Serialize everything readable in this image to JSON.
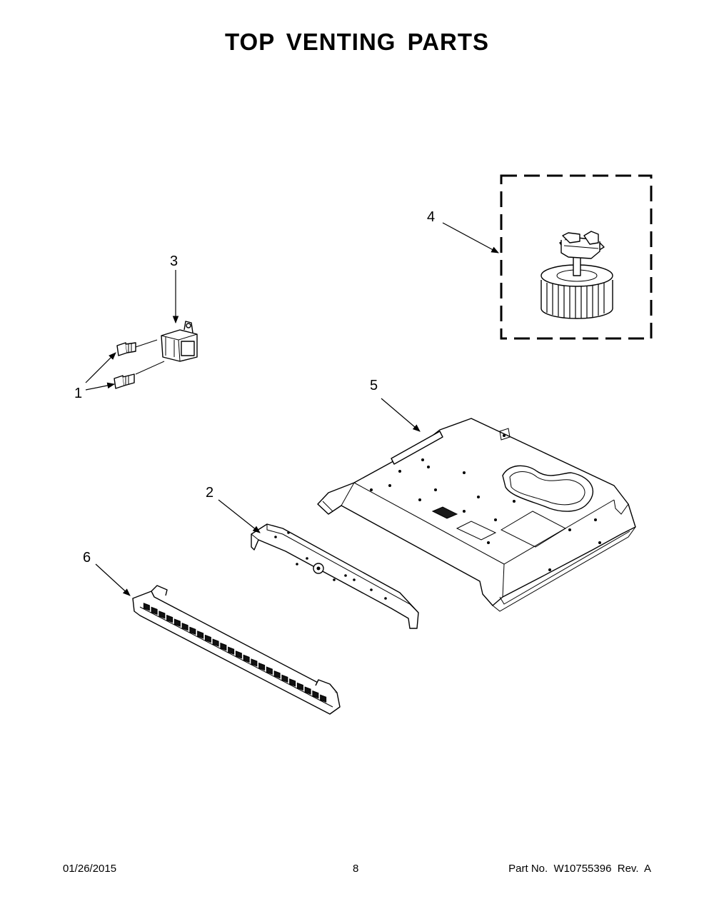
{
  "title": "TOP VENTING PARTS",
  "callouts": [
    {
      "id": "1",
      "label": "1"
    },
    {
      "id": "2",
      "label": "2"
    },
    {
      "id": "3",
      "label": "3"
    },
    {
      "id": "4",
      "label": "4"
    },
    {
      "id": "5",
      "label": "5"
    },
    {
      "id": "6",
      "label": "6"
    }
  ],
  "footer": {
    "date": "01/26/2015",
    "page": "8",
    "part": "Part No.  W10755396  Rev.  A"
  }
}
